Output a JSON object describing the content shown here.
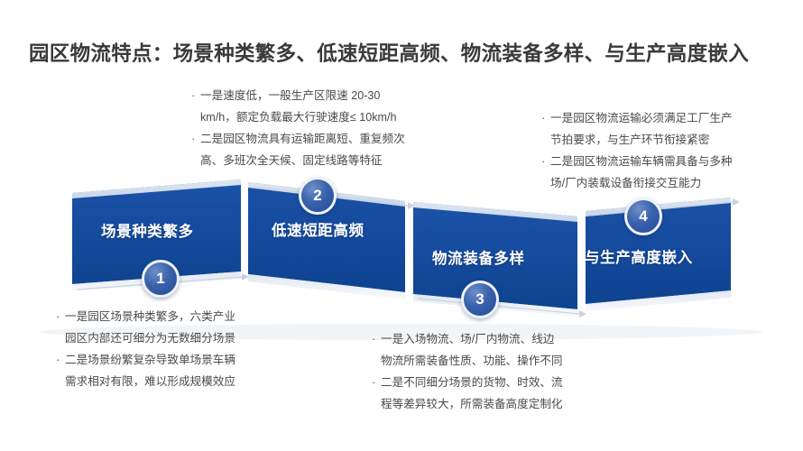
{
  "slide": {
    "title": "园区物流特点：场景种类繁多、低速短距高频、物流装备多样、与生产高度嵌入",
    "background_color": "#ffffff",
    "accent_color": "#14499C",
    "circle_color": "#2F59A6",
    "title_color": "#3a3a3a",
    "body_text_color": "#4a4a4a"
  },
  "panels": [
    {
      "number": "1",
      "label": "场景种类繁多"
    },
    {
      "number": "2",
      "label": "低速短距高频"
    },
    {
      "number": "3",
      "label": "物流装备多样"
    },
    {
      "number": "4",
      "label": "与生产高度嵌入"
    }
  ],
  "notes": {
    "top_left": {
      "bullets": [
        {
          "line1": "一是速度低，一般生产区限速 20-30",
          "line2": "km/h，额定负载最大行驶速度≤ 10km/h"
        },
        {
          "line1": "二是园区物流具有运输距离短、重复频次",
          "line2": "高、多班次全天候、固定线路等特征"
        }
      ]
    },
    "top_right": {
      "bullets": [
        {
          "line1": "一是园区物流运输必须满足工厂生产",
          "line2": "节拍要求，与生产环节衔接紧密"
        },
        {
          "line1": "二是园区物流运输车辆需具备与多种",
          "line2": "场/厂内装载设备衔接交互能力"
        }
      ]
    },
    "bottom_left": {
      "bullets": [
        {
          "line1": "一是园区场景种类繁多，六类产业",
          "line2": "园区内部还可细分为无数细分场景"
        },
        {
          "line1": "二是场景纷繁复杂导致单场景车辆",
          "line2": "需求相对有限，难以形成规模效应"
        }
      ]
    },
    "bottom_middle": {
      "bullets": [
        {
          "line1": "一是入场物流、场/厂内物流、线边",
          "line2": "物流所需装备性质、功能、操作不同"
        },
        {
          "line1": "二是不同细分场景的货物、时效、流",
          "line2": "程等差异较大，所需装备高度定制化"
        }
      ]
    }
  },
  "bullet_glyph": "·"
}
